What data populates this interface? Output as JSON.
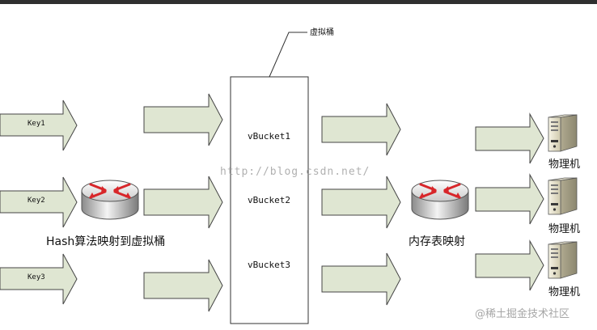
{
  "labels": {
    "virtual_bucket": "虚拟桶",
    "hash_mapping": "Hash算法映射到虚拟桶",
    "memory_mapping": "内存表映射"
  },
  "keys": [
    "Key1",
    "Key2",
    "Key3"
  ],
  "buckets": [
    "vBucket1",
    "vBucket2",
    "vBucket3"
  ],
  "machines": [
    "物理机",
    "物理机",
    "物理机"
  ],
  "watermarks": {
    "url": "http://blog.csdn.net/",
    "brand": "@稀土掘金技术社区"
  },
  "colors": {
    "arrow_fill": "#dfe6d2",
    "arrow_stroke": "#444444",
    "router_red": "#d8262a"
  },
  "icons": [
    "router-icon",
    "server-icon"
  ]
}
